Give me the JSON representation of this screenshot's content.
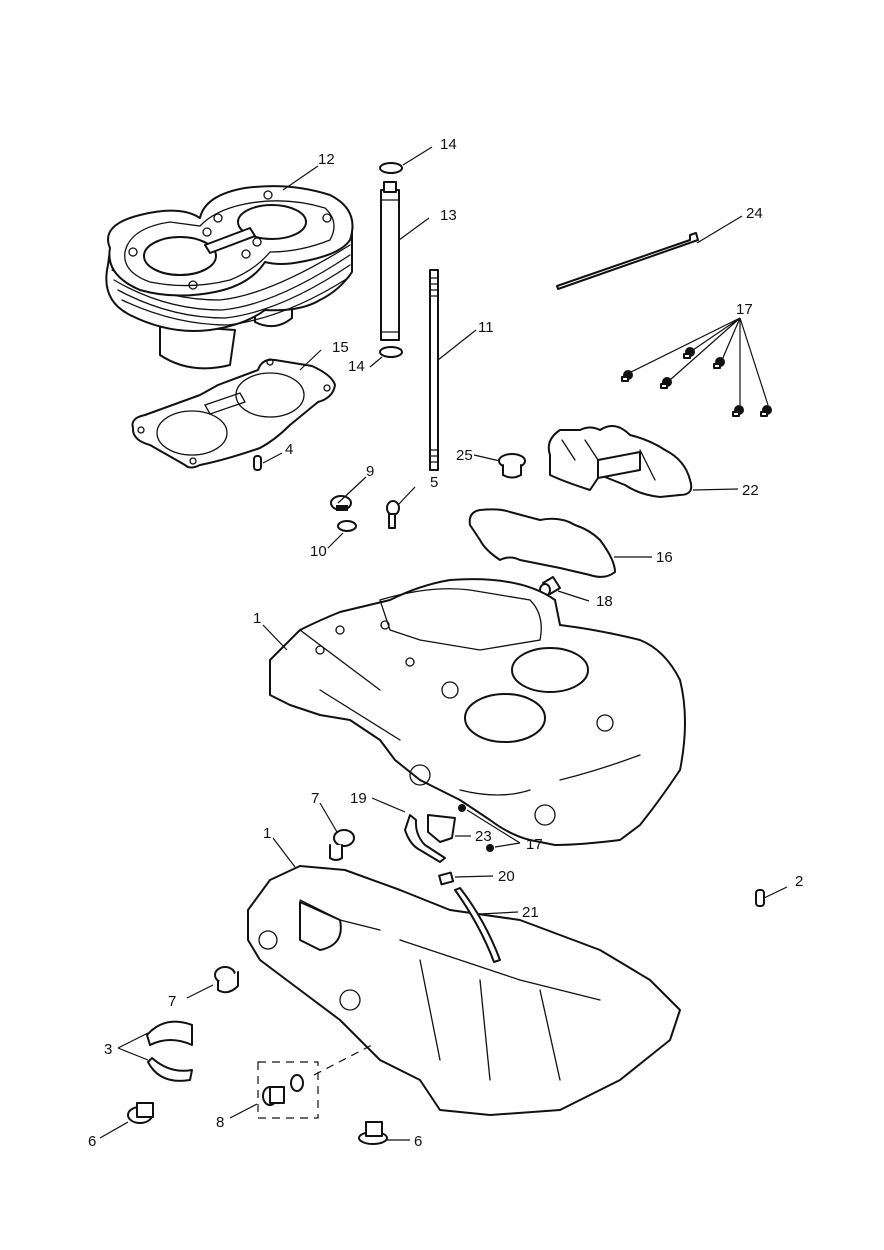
{
  "diagram": {
    "type": "exploded-parts-diagram",
    "subject": "engine crankcase and cylinder block assembly",
    "callouts": [
      {
        "id": "c1a",
        "label": "1",
        "part": "upper-crankcase"
      },
      {
        "id": "c1b",
        "label": "1",
        "part": "lower-crankcase"
      },
      {
        "id": "c2",
        "label": "2",
        "part": "dowel"
      },
      {
        "id": "c3",
        "label": "3",
        "part": "main-bearing-shells"
      },
      {
        "id": "c4",
        "label": "4",
        "part": "dowel"
      },
      {
        "id": "c5",
        "label": "5",
        "part": "banjo-bolt"
      },
      {
        "id": "c6a",
        "label": "6",
        "part": "drain-plug"
      },
      {
        "id": "c6b",
        "label": "6",
        "part": "drain-plug"
      },
      {
        "id": "c7a",
        "label": "7",
        "part": "bush"
      },
      {
        "id": "c7b",
        "label": "7",
        "part": "bush"
      },
      {
        "id": "c8",
        "label": "8",
        "part": "plug-and-washer"
      },
      {
        "id": "c9",
        "label": "9",
        "part": "plug"
      },
      {
        "id": "c10",
        "label": "10",
        "part": "washer"
      },
      {
        "id": "c11",
        "label": "11",
        "part": "stud"
      },
      {
        "id": "c12",
        "label": "12",
        "part": "cylinder-block"
      },
      {
        "id": "c13",
        "label": "13",
        "part": "tube"
      },
      {
        "id": "c14a",
        "label": "14",
        "part": "o-ring"
      },
      {
        "id": "c14b",
        "label": "14",
        "part": "o-ring"
      },
      {
        "id": "c15",
        "label": "15",
        "part": "cylinder-base-gasket"
      },
      {
        "id": "c16",
        "label": "16",
        "part": "gasket"
      },
      {
        "id": "c17a",
        "label": "17",
        "part": "screws"
      },
      {
        "id": "c17b",
        "label": "17",
        "part": "screws"
      },
      {
        "id": "c18",
        "label": "18",
        "part": "fitting"
      },
      {
        "id": "c19",
        "label": "19",
        "part": "breather-pipe"
      },
      {
        "id": "c20",
        "label": "20",
        "part": "grub-screw"
      },
      {
        "id": "c21",
        "label": "21",
        "part": "oil-pipe"
      },
      {
        "id": "c22",
        "label": "22",
        "part": "cover-plate"
      },
      {
        "id": "c23",
        "label": "23",
        "part": "bracket"
      },
      {
        "id": "c24",
        "label": "24",
        "part": "dipstick"
      },
      {
        "id": "c25",
        "label": "25",
        "part": "blanking-plug"
      }
    ]
  }
}
